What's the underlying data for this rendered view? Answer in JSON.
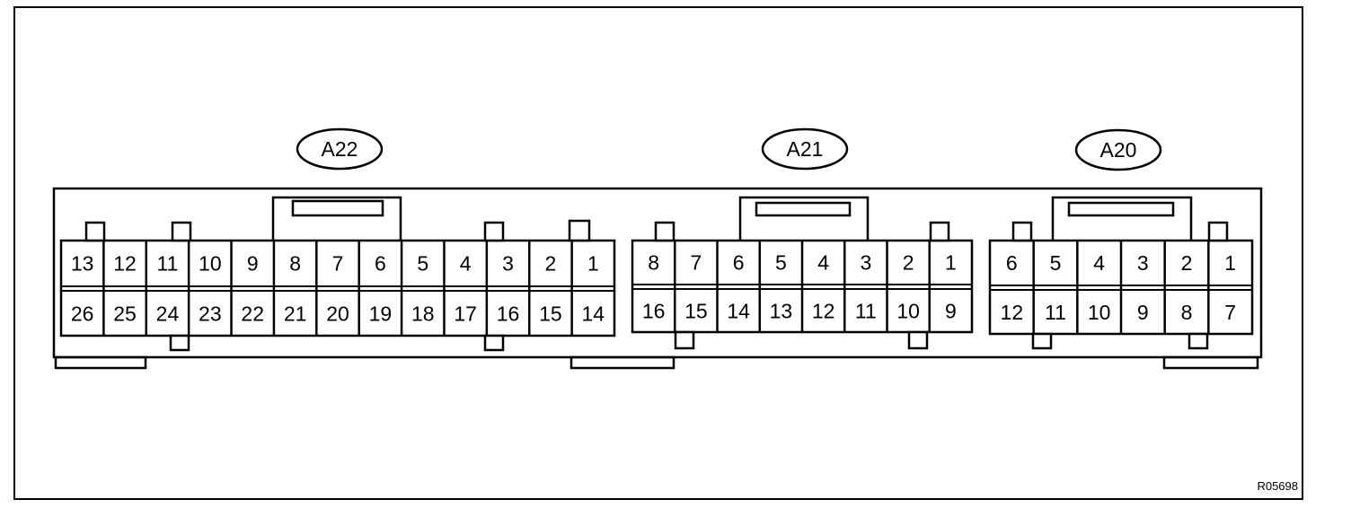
{
  "connectors": [
    {
      "label": "A22",
      "top_row": [
        "13",
        "12",
        "11",
        "10",
        "9",
        "8",
        "7",
        "6",
        "5",
        "4",
        "3",
        "2",
        "1"
      ],
      "bottom_row": [
        "26",
        "25",
        "24",
        "23",
        "22",
        "21",
        "20",
        "19",
        "18",
        "17",
        "16",
        "15",
        "14"
      ]
    },
    {
      "label": "A21",
      "top_row": [
        "8",
        "7",
        "6",
        "5",
        "4",
        "3",
        "2",
        "1"
      ],
      "bottom_row": [
        "16",
        "15",
        "14",
        "13",
        "12",
        "11",
        "10",
        "9"
      ]
    },
    {
      "label": "A20",
      "top_row": [
        "6",
        "5",
        "4",
        "3",
        "2",
        "1"
      ],
      "bottom_row": [
        "12",
        "11",
        "10",
        "9",
        "8",
        "7"
      ]
    }
  ],
  "reference_code": "R05698",
  "colors": {
    "line": "#000000",
    "background": "#ffffff"
  }
}
